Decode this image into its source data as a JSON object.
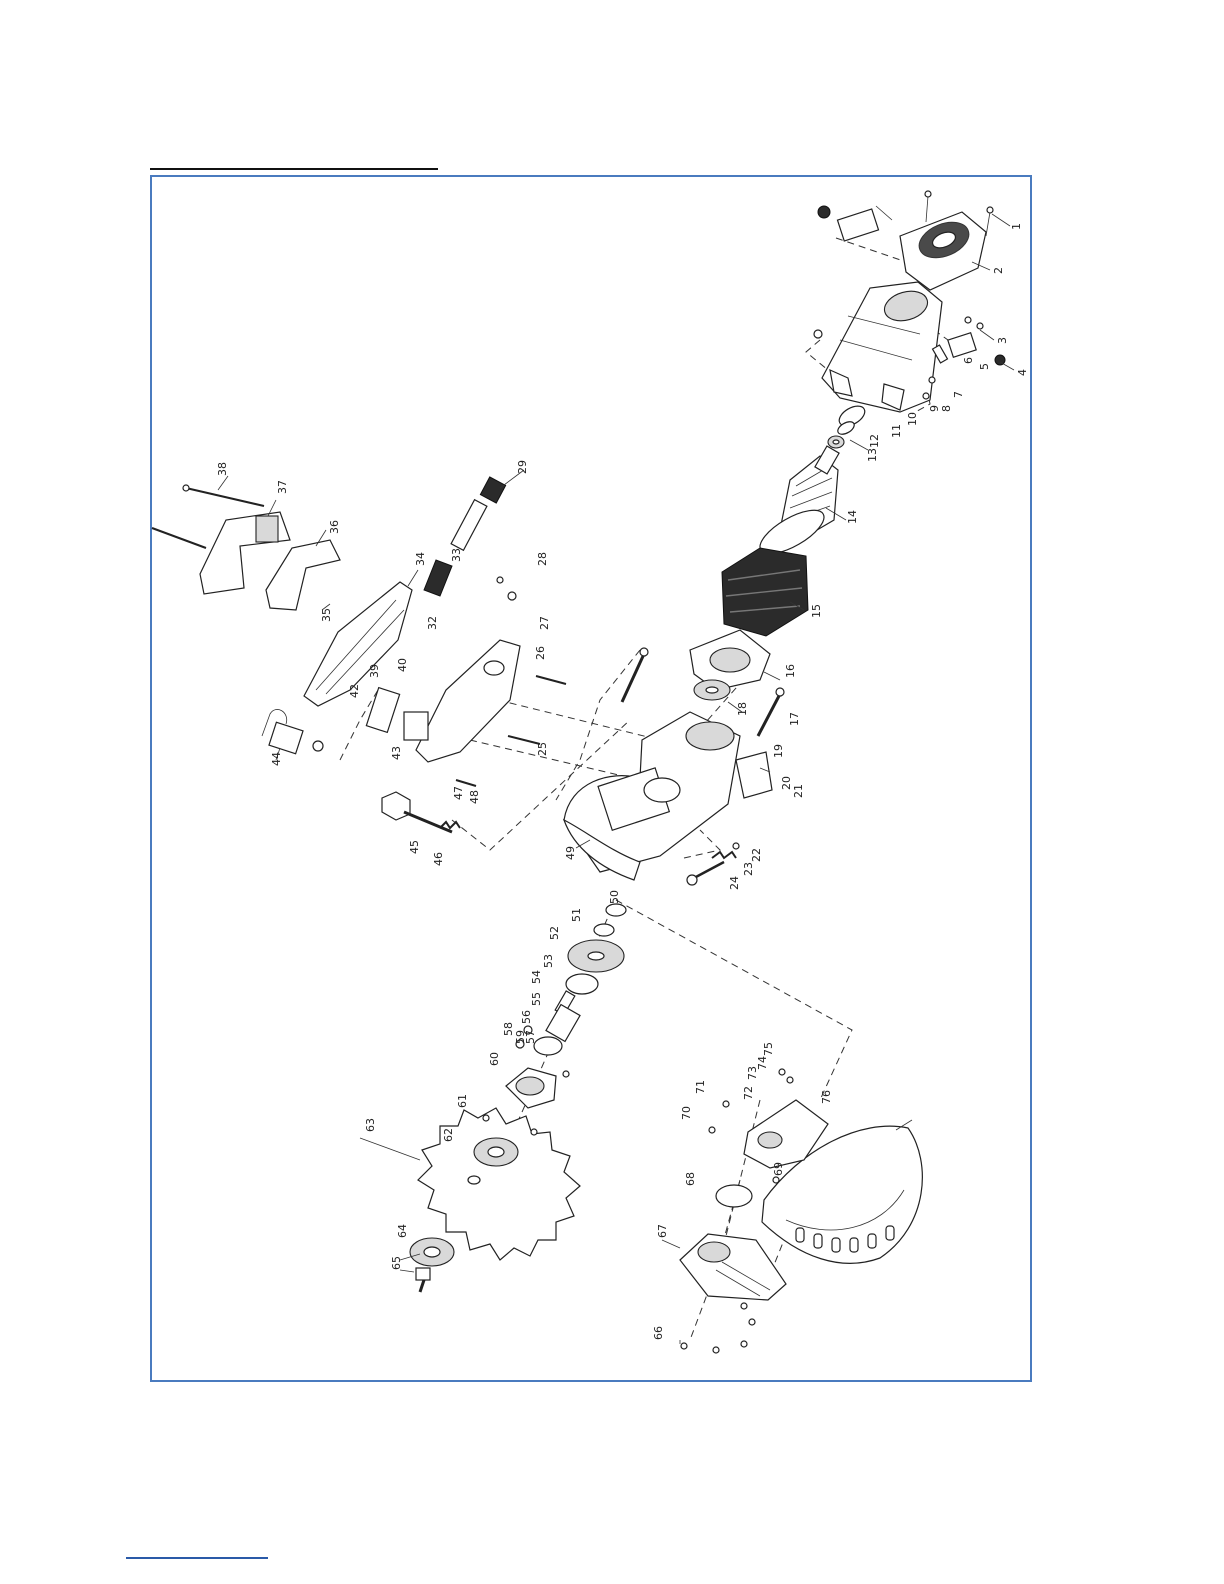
{
  "diagram": {
    "part_numbers": [
      "1",
      "2",
      "3",
      "4",
      "5",
      "6",
      "7",
      "8",
      "9",
      "10",
      "11",
      "12",
      "13",
      "14",
      "15",
      "16",
      "17",
      "18",
      "19",
      "20",
      "21",
      "22",
      "23",
      "24",
      "25",
      "26",
      "27",
      "28",
      "29",
      "32",
      "33",
      "34",
      "35",
      "36",
      "37",
      "38",
      "39",
      "40",
      "42",
      "43",
      "44",
      "45",
      "46",
      "47",
      "48",
      "49",
      "50",
      "51",
      "52",
      "53",
      "54",
      "55",
      "56",
      "57",
      "58",
      "59",
      "60",
      "61",
      "62",
      "63",
      "64",
      "65",
      "66",
      "67",
      "68",
      "69",
      "70",
      "71",
      "72",
      "73",
      "74",
      "75",
      "76"
    ]
  }
}
